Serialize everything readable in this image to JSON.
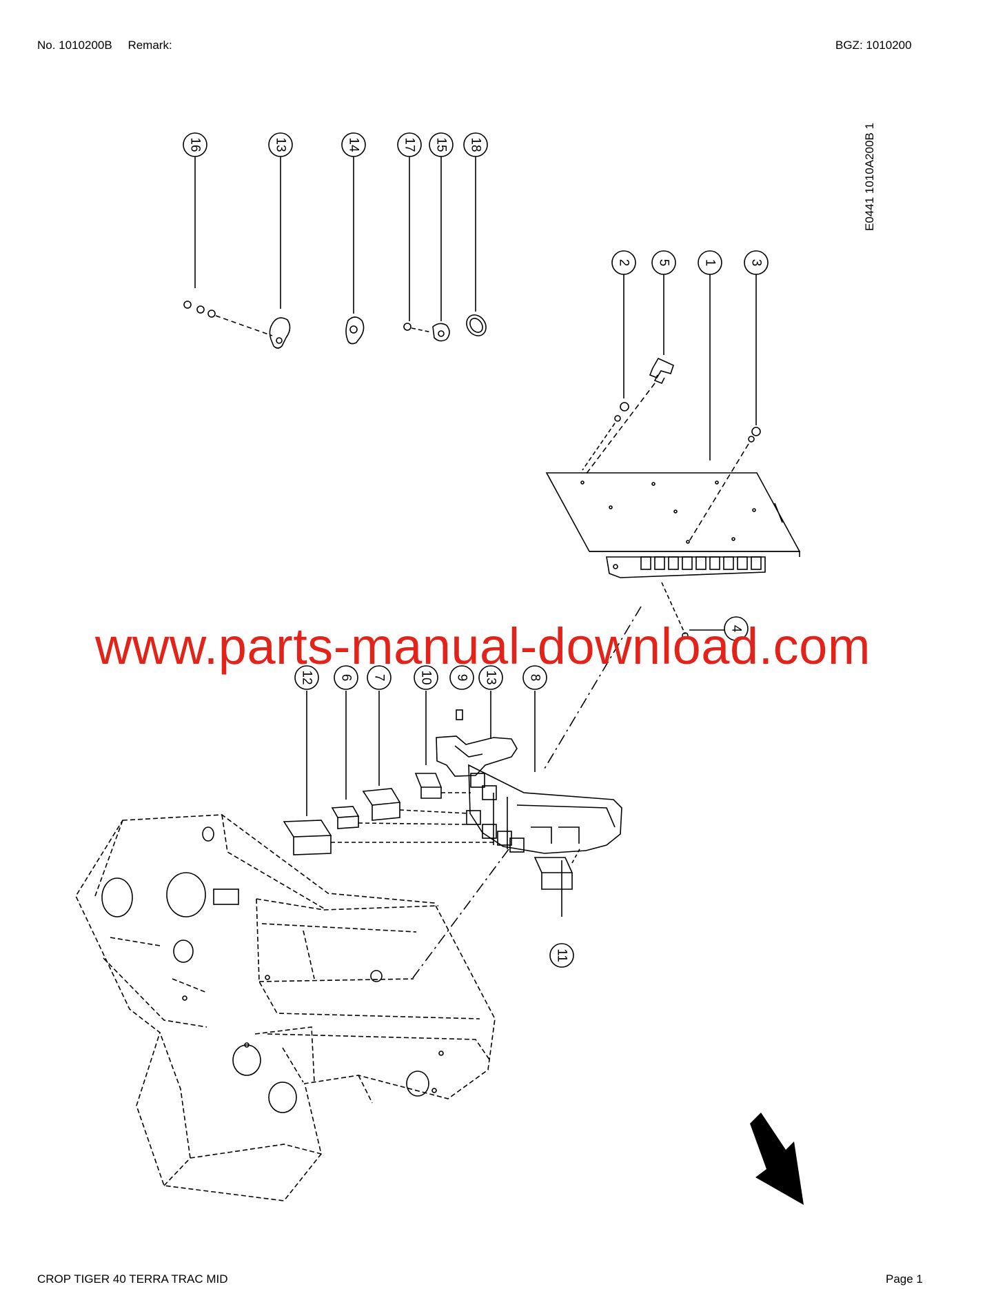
{
  "header": {
    "doc_number": "No. 1010200B",
    "remark_label": "Remark:",
    "bgz": "BGZ: 1010200"
  },
  "drawing_code": "E0441 1010A200B 1",
  "watermark": "www.parts-manual-download.com",
  "callouts": [
    "16",
    "13",
    "14",
    "17",
    "15",
    "18",
    "2",
    "5",
    "1",
    "3",
    "4",
    "12",
    "6",
    "7",
    "10",
    "9",
    "13",
    "8",
    "11"
  ],
  "footer": {
    "title": "CROP TIGER 40 TERRA TRAC MID",
    "page": "Page 1"
  },
  "colors": {
    "watermark": "#e2231a",
    "line": "#000000"
  }
}
